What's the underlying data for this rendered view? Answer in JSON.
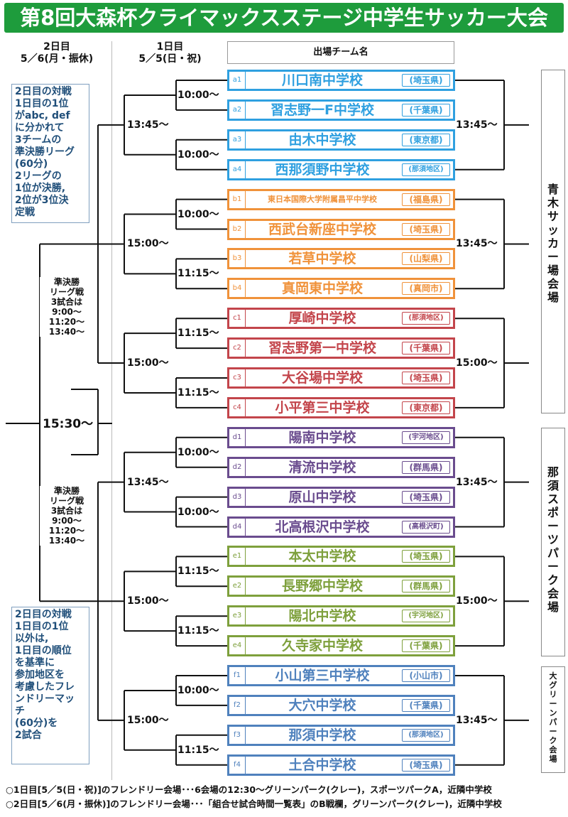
{
  "title": "第8回大森杯クライマックスステージ中学生サッカー大会",
  "headers": {
    "day2_label": "2日目",
    "day2_date": "5／6(月・振休)",
    "day1_label": "1日目",
    "day1_date": "5／5(日・祝)",
    "participants": "出場チーム名"
  },
  "teams": [
    {
      "code": "a1",
      "name": "川口南中学校",
      "pref": "(埼玉県)",
      "color": "#2fa0e0"
    },
    {
      "code": "a2",
      "name": "習志野一F中学校",
      "pref": "(千葉県)",
      "color": "#2fa0e0"
    },
    {
      "code": "a3",
      "name": "由木中学校",
      "pref": "(東京都)",
      "color": "#2fa0e0"
    },
    {
      "code": "a4",
      "name": "西那須野中学校",
      "pref": "(那須地区)",
      "color": "#2fa0e0"
    },
    {
      "code": "b1",
      "name": "東日本国際大学附属昌平中学校",
      "pref": "(福島県)",
      "color": "#f0923a"
    },
    {
      "code": "b2",
      "name": "西武台新座中学校",
      "pref": "(埼玉県)",
      "color": "#f0923a"
    },
    {
      "code": "b3",
      "name": "若草中学校",
      "pref": "(山梨県)",
      "color": "#f0923a"
    },
    {
      "code": "b4",
      "name": "真岡東中学校",
      "pref": "(真岡市)",
      "color": "#f0923a"
    },
    {
      "code": "c1",
      "name": "厚崎中学校",
      "pref": "(那須地区)",
      "color": "#c3454b"
    },
    {
      "code": "c2",
      "name": "習志野第一中学校",
      "pref": "(千葉県)",
      "color": "#c3454b"
    },
    {
      "code": "c3",
      "name": "大谷場中学校",
      "pref": "(埼玉県)",
      "color": "#c3454b"
    },
    {
      "code": "c4",
      "name": "小平第三中学校",
      "pref": "(東京都)",
      "color": "#c3454b"
    },
    {
      "code": "d1",
      "name": "陽南中学校",
      "pref": "(宇河地区)",
      "color": "#6a4c8e"
    },
    {
      "code": "d2",
      "name": "清流中学校",
      "pref": "(群馬県)",
      "color": "#6a4c8e"
    },
    {
      "code": "d3",
      "name": "原山中学校",
      "pref": "(埼玉県)",
      "color": "#6a4c8e"
    },
    {
      "code": "d4",
      "name": "北高根沢中学校",
      "pref": "(高根沢町)",
      "color": "#6a4c8e"
    },
    {
      "code": "e1",
      "name": "本太中学校",
      "pref": "(埼玉県)",
      "color": "#7ea03c"
    },
    {
      "code": "e2",
      "name": "長野郷中学校",
      "pref": "(群馬県)",
      "color": "#7ea03c"
    },
    {
      "code": "e3",
      "name": "陽北中学校",
      "pref": "(宇河地区)",
      "color": "#7ea03c"
    },
    {
      "code": "e4",
      "name": "久寺家中学校",
      "pref": "(千葉県)",
      "color": "#7ea03c"
    },
    {
      "code": "f1",
      "name": "小山第三中学校",
      "pref": "(小山市)",
      "color": "#4f81bd"
    },
    {
      "code": "f2",
      "name": "大穴中学校",
      "pref": "(千葉県)",
      "color": "#4f81bd"
    },
    {
      "code": "f3",
      "name": "那須中学校",
      "pref": "(那須地区)",
      "color": "#4f81bd"
    },
    {
      "code": "f4",
      "name": "土合中学校",
      "pref": "(埼玉県)",
      "color": "#4f81bd"
    }
  ],
  "day1_pair_times": [
    "10:00～",
    "10:00～",
    "10:00～",
    "11:15～",
    "11:15～",
    "11:15～",
    "10:00～",
    "10:00～",
    "11:15～",
    "11:15～",
    "10:00～",
    "11:15～"
  ],
  "group_times_left": [
    "13:45～",
    "15:00～",
    "15:00～",
    "13:45～",
    "15:00～",
    "15:00～"
  ],
  "group_times_right": [
    "13:45～",
    "13:45～",
    "15:00～",
    "13:45～",
    "15:00～",
    "13:45～"
  ],
  "final_time": "15:30～",
  "notes": {
    "top": [
      "2日目の対戦",
      "1日目の1位",
      "がabc, def",
      "に分かれて",
      "3チームの",
      "準決勝リーグ",
      "(60分)",
      "2リーグの",
      "1位が決勝,",
      "2位が3位決",
      "定戦"
    ],
    "bottom": [
      "2日目の対戦",
      "1日目の1位",
      "以外は,",
      "1日目の順位",
      "を基準に",
      "参加地区を",
      "考慮したフレ",
      "ンドリーマッ",
      "チ",
      "(60分)を",
      "2試合"
    ]
  },
  "semifinal_league": [
    "準決勝",
    "リーグ戦",
    "3試合は",
    "9:00～",
    "11:20～",
    "13:40～"
  ],
  "venues": [
    {
      "name": "青木サッカー場会場",
      "chars": [
        "青",
        "木",
        "サ",
        "ッ",
        "カ",
        "ー",
        "場",
        "会",
        "場"
      ]
    },
    {
      "name": "那須スポーツパーク会場",
      "chars": [
        "那",
        "須",
        "ス",
        "ポ",
        "ー",
        "ツ",
        "パ",
        "ー",
        "ク",
        "会",
        "場"
      ]
    },
    {
      "name": "大グリーンパーク会場",
      "chars": [
        "大",
        "グ",
        "リ",
        "ー",
        "ン",
        "パ",
        "ー",
        "ク",
        "会",
        "場"
      ]
    }
  ],
  "footer": [
    "○1日目[5／5(日・祝)]のフレンドリー会場･･･6会場の12:30～グリーンパーク(クレー)，スポーツパークA，近隣中学校",
    "○2日目[5／6(月・振休)]のフレンドリー会場･･･「組合せ試合時間一覧表」のB戦欄，グリーンパーク(クレー)，近隣中学校"
  ]
}
